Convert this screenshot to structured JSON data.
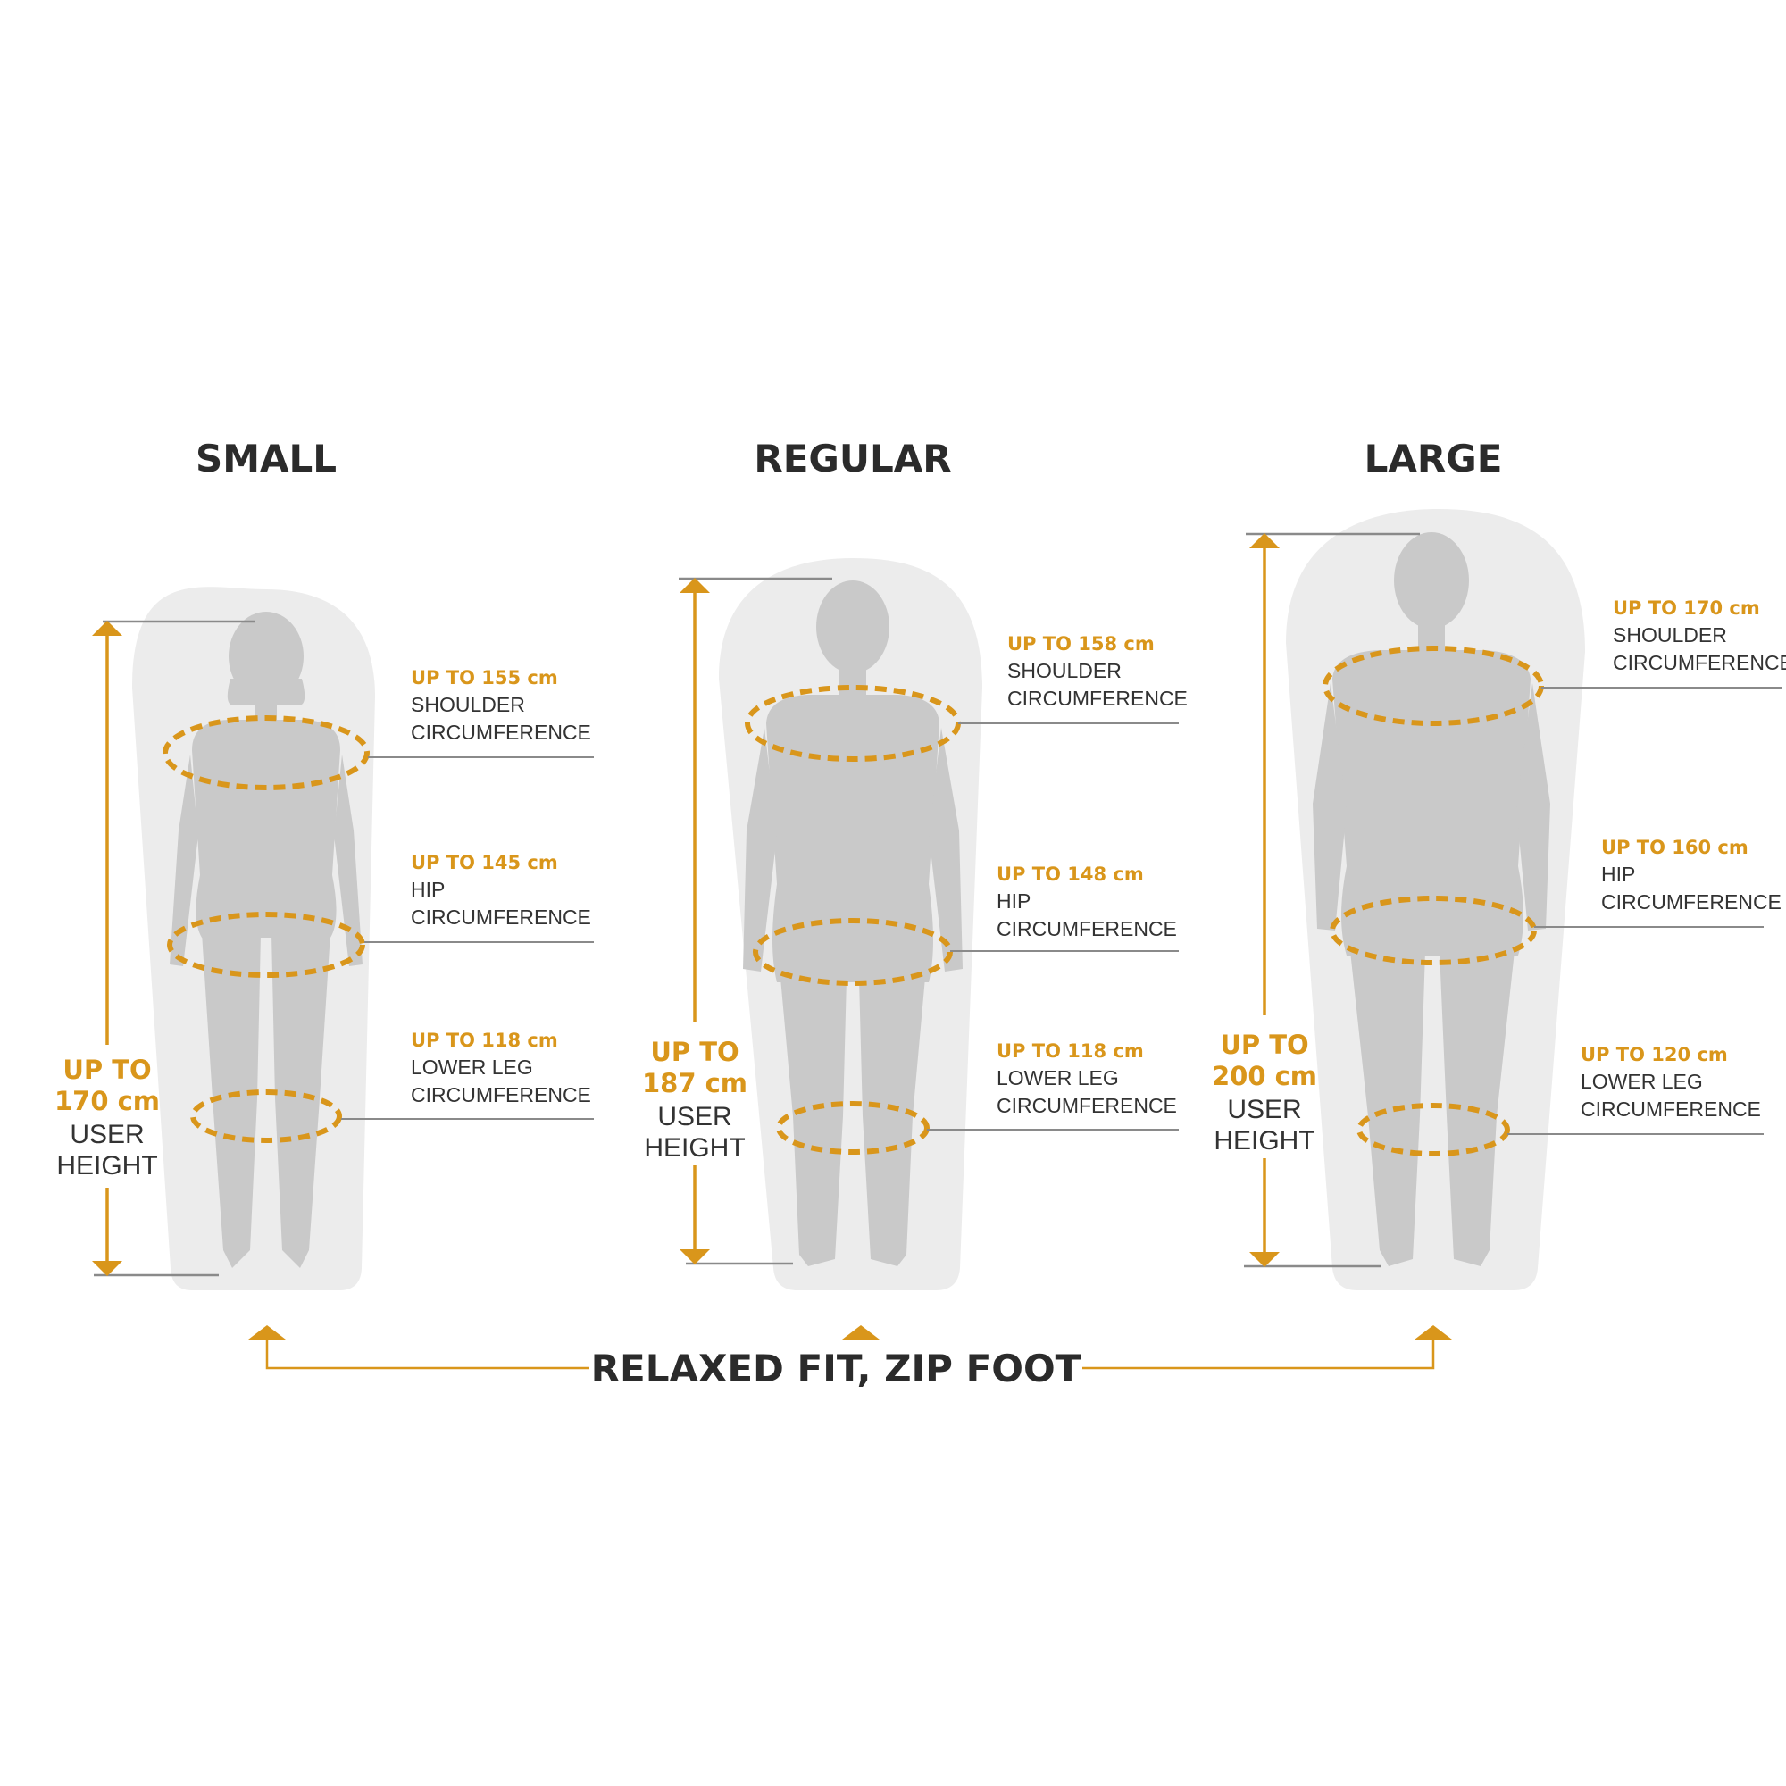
{
  "colors": {
    "accent": "#d9961b",
    "bag": "#ececec",
    "silhouette": "#c9c9c9",
    "text": "#2b2b2b",
    "leader": "#8a8a8a"
  },
  "sizes": [
    {
      "id": "small",
      "title": "SMALL",
      "height": {
        "line1": "UP TO",
        "line2": "170 cm",
        "line3": "USER",
        "line4": "HEIGHT"
      },
      "measures": [
        {
          "value": "UP TO 155 cm",
          "line1": "SHOULDER",
          "line2": "CIRCUMFERENCE"
        },
        {
          "value": "UP TO 145 cm",
          "line1": "HIP",
          "line2": "CIRCUMFERENCE"
        },
        {
          "value": "UP TO 118 cm",
          "line1": "LOWER LEG",
          "line2": "CIRCUMFERENCE"
        }
      ]
    },
    {
      "id": "regular",
      "title": "REGULAR",
      "height": {
        "line1": "UP TO",
        "line2": "187 cm",
        "line3": "USER",
        "line4": "HEIGHT"
      },
      "measures": [
        {
          "value": "UP TO 158 cm",
          "line1": "SHOULDER",
          "line2": "CIRCUMFERENCE"
        },
        {
          "value": "UP TO 148 cm",
          "line1": "HIP",
          "line2": "CIRCUMFERENCE"
        },
        {
          "value": "UP TO 118 cm",
          "line1": "LOWER LEG",
          "line2": "CIRCUMFERENCE"
        }
      ]
    },
    {
      "id": "large",
      "title": "LARGE",
      "height": {
        "line1": "UP TO",
        "line2": "200 cm",
        "line3": "USER",
        "line4": "HEIGHT"
      },
      "measures": [
        {
          "value": "UP TO 170 cm",
          "line1": "SHOULDER",
          "line2": "CIRCUMFERENCE"
        },
        {
          "value": "UP TO 160 cm",
          "line1": "HIP",
          "line2": "CIRCUMFERENCE"
        },
        {
          "value": "UP TO 120 cm",
          "line1": "LOWER LEG",
          "line2": "CIRCUMFERENCE"
        }
      ]
    }
  ],
  "footer": {
    "label": "RELAXED FIT, ZIP FOOT"
  }
}
